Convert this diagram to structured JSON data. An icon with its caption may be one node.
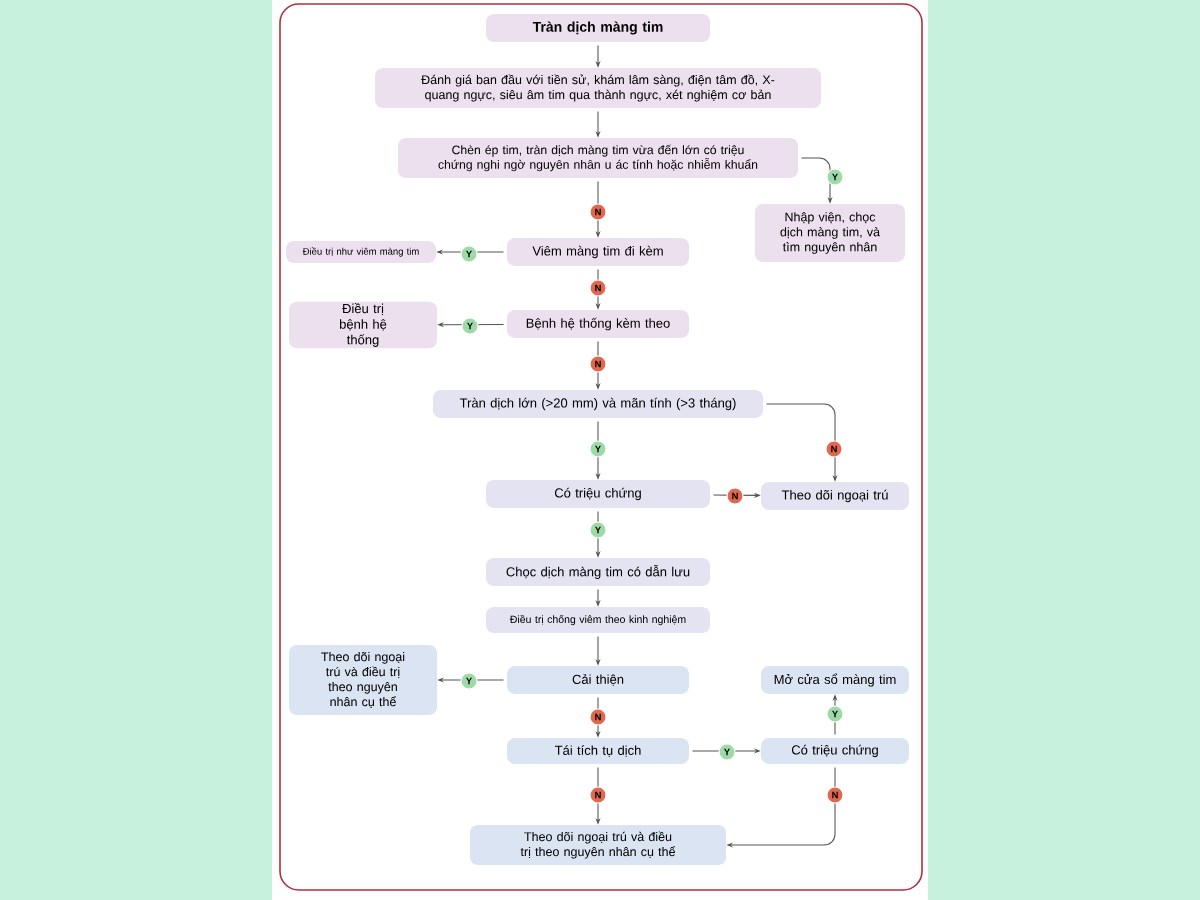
{
  "diagram": {
    "nodes": [
      {
        "text": [
          "Tràn dịch màng tim"
        ]
      },
      {
        "text": [
          "Đánh giá ban đầu với tiền sử, khám lâm sàng, điện tâm đồ, X-quang ngực, siêu âm tim qua thành ngực, xét nghiệm cơ bản"
        ]
      },
      {
        "text": [
          "Chèn ép tim, tràn dịch màng tim vừa đến lớn có triệu chứng nghi ngờ nguyên nhân u ác tính hoặc nhiễm khuẩn"
        ]
      },
      {
        "text": [
          "Nhập viện, chọc dịch màng tim, và tìm nguyên nhân"
        ]
      },
      {
        "text": [
          "Viêm màng tim đi kèm"
        ]
      },
      {
        "text": [
          "Điều trị như viêm màng tim"
        ]
      },
      {
        "text": [
          "Bệnh hệ thống kèm theo"
        ]
      },
      {
        "text": [
          "Điều trị bệnh hệ thống"
        ]
      },
      {
        "text": [
          "Tràn dịch lớn (>20 mm) và mãn tính (>3 tháng)"
        ]
      },
      {
        "text": [
          "Có triệu chứng"
        ]
      },
      {
        "text": [
          "Theo dõi ngoại trú"
        ]
      },
      {
        "text": [
          "Chọc dịch màng tim có dẫn lưu"
        ]
      },
      {
        "text": [
          "Điều trị chống viêm theo kinh nghiệm"
        ]
      },
      {
        "text": [
          "Cải thiện"
        ]
      },
      {
        "text": [
          "Theo dõi ngoại trú và điều trị theo nguyên nhân cụ thể"
        ]
      },
      {
        "text": [
          "Mở cửa sổ màng tim"
        ]
      },
      {
        "text": [
          "Tái tích tụ dịch"
        ]
      },
      {
        "text": [
          "Có triệu chứng"
        ]
      },
      {
        "text": [
          "Theo dõi ngoại trú và điều trị theo nguyên nhân cụ thể"
        ]
      }
    ],
    "edges": [
      {
        "from": 0,
        "to": 1,
        "arrow": "to"
      },
      {
        "from": 1,
        "to": 2,
        "arrow": "to"
      },
      {
        "from": 2,
        "to": 3,
        "arrow": "to",
        "label": "Y"
      },
      {
        "from": 2,
        "to": 4,
        "arrow": "to",
        "label": "N"
      },
      {
        "from": 4,
        "to": 5,
        "arrow": "to",
        "label": "Y"
      },
      {
        "from": 4,
        "to": 6,
        "arrow": "to",
        "label": "N"
      },
      {
        "from": 6,
        "to": 7,
        "arrow": "to",
        "label": "Y"
      },
      {
        "from": 6,
        "to": 8,
        "arrow": "to",
        "label": "N"
      },
      {
        "from": 8,
        "to": 9,
        "arrow": "to",
        "label": "Y"
      },
      {
        "from": 8,
        "to": 10,
        "arrow": "to",
        "label": "N"
      },
      {
        "from": 9,
        "to": 10,
        "arrow": "to",
        "label": "N"
      },
      {
        "from": 9,
        "to": 11,
        "arrow": "to",
        "label": "Y"
      },
      {
        "from": 11,
        "to": 12,
        "arrow": "to"
      },
      {
        "from": 12,
        "to": 13,
        "arrow": "to"
      },
      {
        "from": 13,
        "to": 14,
        "arrow": "to",
        "label": "Y"
      },
      {
        "from": 13,
        "to": 16,
        "arrow": "to",
        "label": "N"
      },
      {
        "from": 16,
        "to": 17,
        "arrow": "to",
        "label": "Y"
      },
      {
        "from": 17,
        "to": 15,
        "arrow": "to",
        "label": "Y"
      },
      {
        "from": 16,
        "to": 18,
        "arrow": "to",
        "label": "N"
      },
      {
        "from": 17,
        "to": 18,
        "arrow": "to",
        "label": "N"
      }
    ]
  }
}
